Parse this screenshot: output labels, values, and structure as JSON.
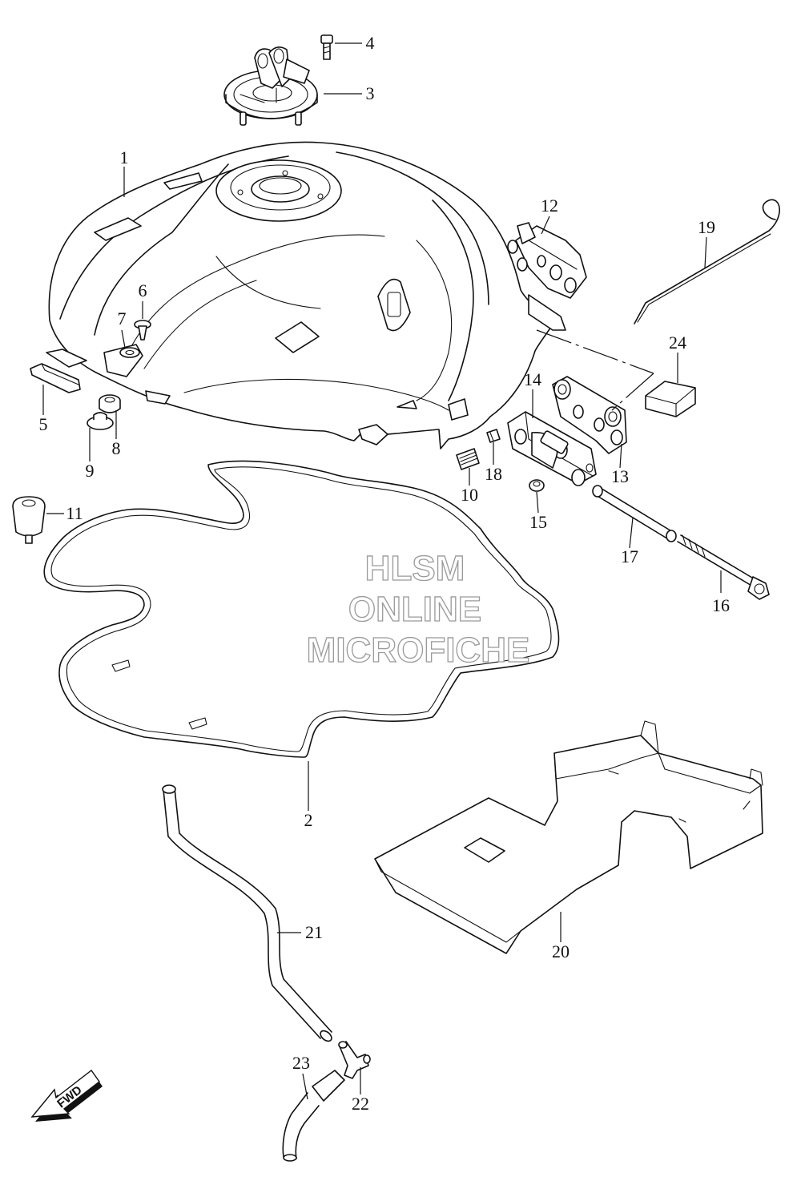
{
  "callouts": [
    "1",
    "2",
    "3",
    "4",
    "5",
    "6",
    "7",
    "8",
    "9",
    "10",
    "11",
    "12",
    "13",
    "14",
    "15",
    "16",
    "17",
    "18",
    "19",
    "20",
    "21",
    "22",
    "23",
    "24"
  ],
  "watermark": {
    "line1": "HLSM",
    "line2": "ONLINE",
    "line3": "MICROFICHE",
    "color": "#9a9a9a"
  },
  "fwd_label": "FWD",
  "colors": {
    "line": "#111111",
    "background": "#ffffff"
  }
}
